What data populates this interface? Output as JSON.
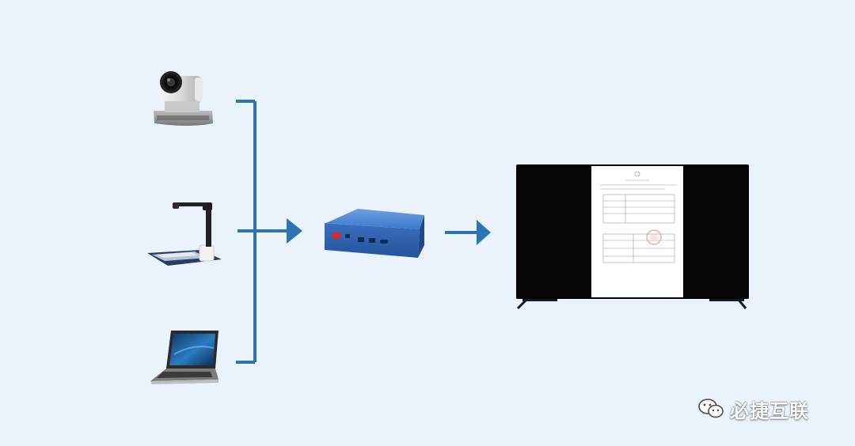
{
  "diagram": {
    "devices": {
      "camera": "ptz-camera",
      "document_camera": "document-camera",
      "laptop": "laptop",
      "hub": "presentation-box",
      "display": "tv-display"
    },
    "colors": {
      "background": "#eaf3fc",
      "connector": "#2f73b4",
      "arrow": "#2f73b4",
      "hub_blue": "#3b74c8",
      "display_bg": "#000000"
    }
  },
  "watermark": {
    "text": "必捷互联",
    "icon": "wechat-icon"
  }
}
